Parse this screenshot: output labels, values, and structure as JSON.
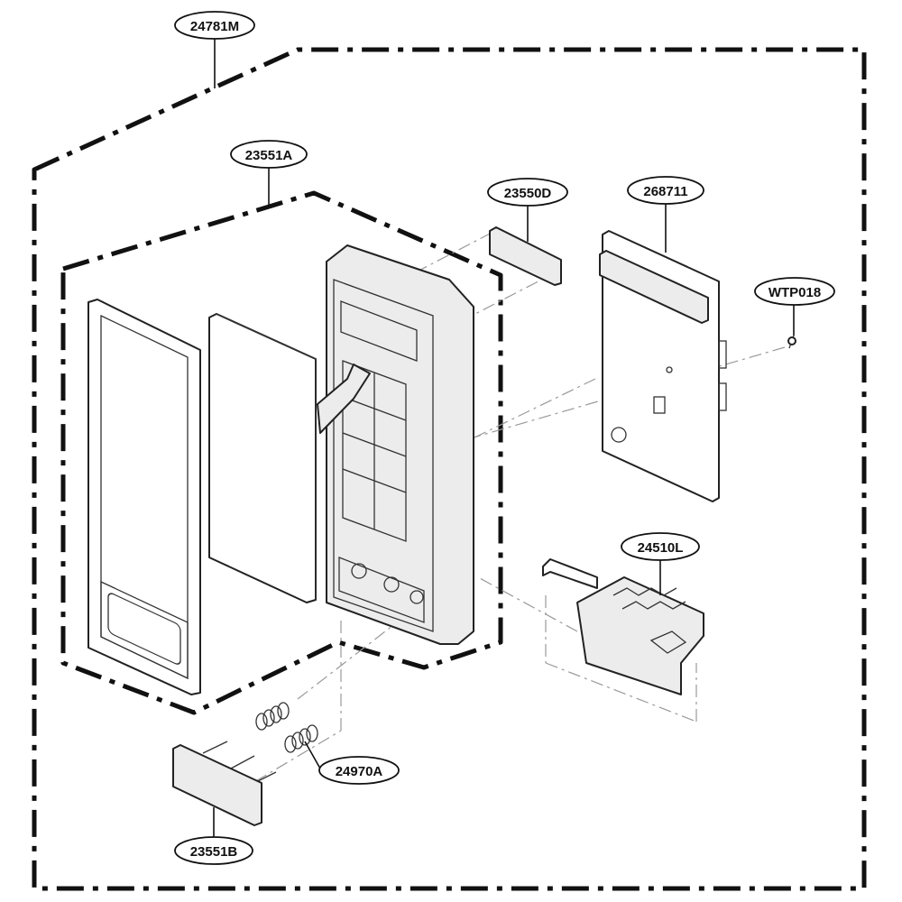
{
  "diagram": {
    "callouts": [
      {
        "id": "24781M"
      },
      {
        "id": "23551A"
      },
      {
        "id": "23550D"
      },
      {
        "id": "268711"
      },
      {
        "id": "WTP018"
      },
      {
        "id": "24510L"
      },
      {
        "id": "24970A"
      },
      {
        "id": "23551B"
      }
    ]
  },
  "colors": {
    "line": "#111111",
    "background": "#ffffff",
    "panel_fill": "#ececec"
  }
}
